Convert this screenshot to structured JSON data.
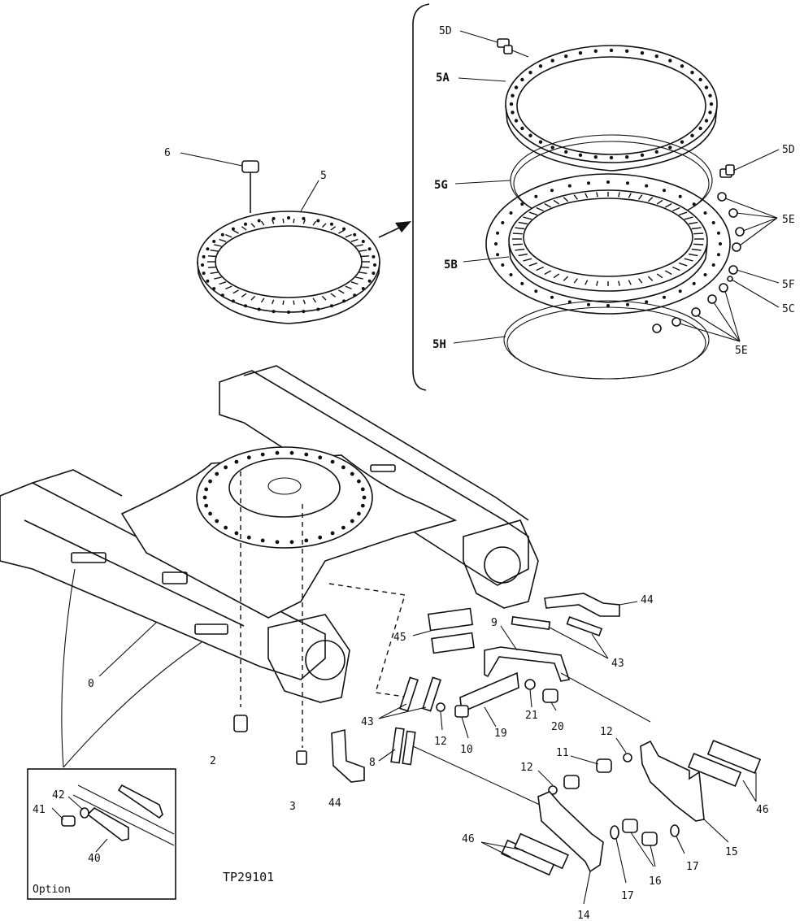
{
  "drawing_id": "TP29101",
  "inset": {
    "title": "Option"
  },
  "labels": {
    "l5D_top": "5D",
    "l5A": "5A",
    "l5G": "5G",
    "l5B": "5B",
    "l5H": "5H",
    "l5D_right": "5D",
    "l5E_upper": "5E",
    "l5F": "5F",
    "l5C": "5C",
    "l5E_lower": "5E",
    "l6": "6",
    "l5": "5",
    "l0": "0",
    "l2": "2",
    "l3": "3",
    "l44_left": "44",
    "l44_right": "44",
    "l45": "45",
    "l9": "9",
    "l43_right": "43",
    "l43_left": "43",
    "l8": "8",
    "l12_a": "12",
    "l10": "10",
    "l19": "19",
    "l21": "21",
    "l20": "20",
    "l12_b": "12",
    "l11": "11",
    "l12_c": "12",
    "l46_right": "46",
    "l15": "15",
    "l46_left": "46",
    "l17_a": "17",
    "l16": "16",
    "l17_b": "17",
    "l14": "14",
    "l42": "42",
    "l41": "41",
    "l40": "40"
  }
}
